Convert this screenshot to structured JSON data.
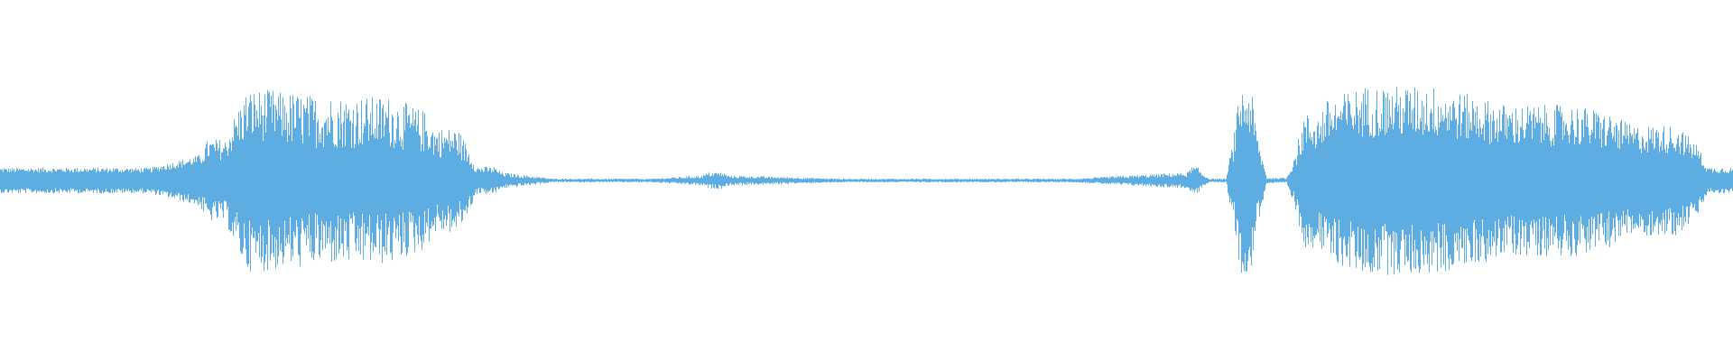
{
  "waveform": {
    "color": "#5DADE2",
    "background": "#ffffff",
    "segments": [
      {
        "start": 0.0,
        "end": 0.115,
        "amp": 0.06,
        "jitter": 0.25
      },
      {
        "start": 0.115,
        "end": 0.135,
        "amp": 0.18,
        "jitter": 0.35
      },
      {
        "start": 0.135,
        "end": 0.165,
        "amp": 0.38,
        "jitter": 0.4
      },
      {
        "start": 0.165,
        "end": 0.245,
        "amp": 0.34,
        "jitter": 0.45
      },
      {
        "start": 0.245,
        "end": 0.27,
        "amp": 0.22,
        "jitter": 0.4
      },
      {
        "start": 0.27,
        "end": 0.29,
        "amp": 0.06,
        "jitter": 0.35
      },
      {
        "start": 0.29,
        "end": 0.405,
        "amp": 0.008,
        "jitter": 0.4
      },
      {
        "start": 0.405,
        "end": 0.42,
        "amp": 0.035,
        "jitter": 0.4
      },
      {
        "start": 0.42,
        "end": 0.685,
        "amp": 0.008,
        "jitter": 0.4
      },
      {
        "start": 0.685,
        "end": 0.693,
        "amp": 0.06,
        "jitter": 0.3
      },
      {
        "start": 0.693,
        "end": 0.712,
        "amp": 0.008,
        "jitter": 0.4
      },
      {
        "start": 0.712,
        "end": 0.725,
        "amp": 0.4,
        "jitter": 0.35
      },
      {
        "start": 0.725,
        "end": 0.748,
        "amp": 0.012,
        "jitter": 0.4
      },
      {
        "start": 0.748,
        "end": 0.765,
        "amp": 0.28,
        "jitter": 0.4
      },
      {
        "start": 0.765,
        "end": 0.85,
        "amp": 0.4,
        "jitter": 0.38
      },
      {
        "start": 0.85,
        "end": 0.93,
        "amp": 0.32,
        "jitter": 0.38
      },
      {
        "start": 0.93,
        "end": 0.98,
        "amp": 0.24,
        "jitter": 0.35
      },
      {
        "start": 0.98,
        "end": 1.0,
        "amp": 0.06,
        "jitter": 0.3
      }
    ]
  }
}
